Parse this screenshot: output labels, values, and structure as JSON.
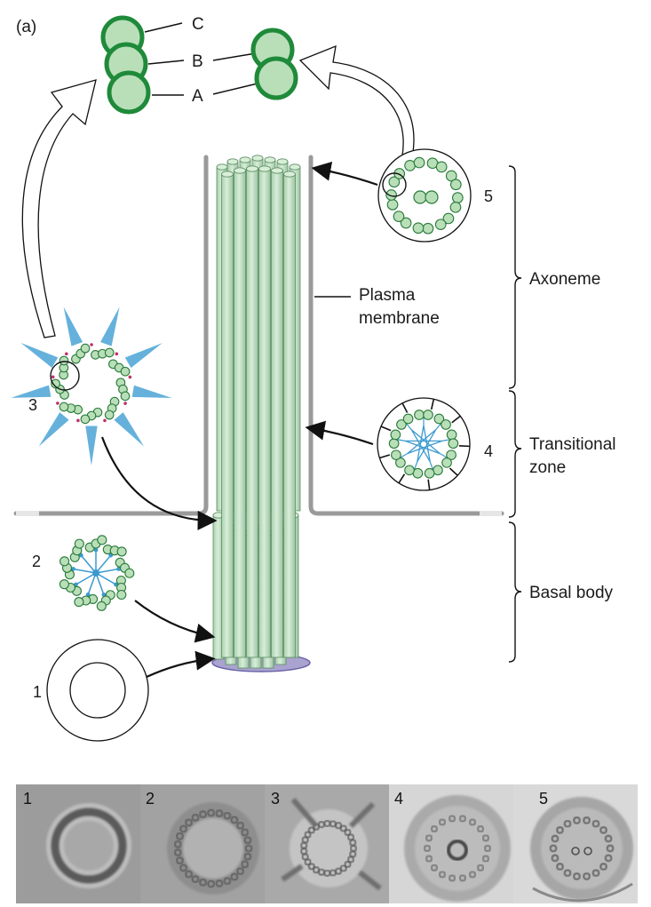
{
  "panel_label": "(a)",
  "triplet_labels": [
    "C",
    "B",
    "A"
  ],
  "structures": {
    "axoneme": "Axoneme",
    "transitional_line1": "Transitional",
    "transitional_line2": "zone",
    "basal_body": "Basal body"
  },
  "membrane_line1": "Plasma",
  "membrane_line2": "membrane",
  "cross_section_numbers": [
    "1",
    "2",
    "3",
    "4",
    "5"
  ],
  "micrograph_numbers": [
    "1",
    "2",
    "3",
    "4",
    "5"
  ],
  "colors": {
    "tubule_fill": "#b9dfb9",
    "tubule_stroke": "#1f8a3a",
    "membrane": "#9a9a9a",
    "spoke": "#3a9ad0",
    "base_plate": "#a9a3cf"
  }
}
